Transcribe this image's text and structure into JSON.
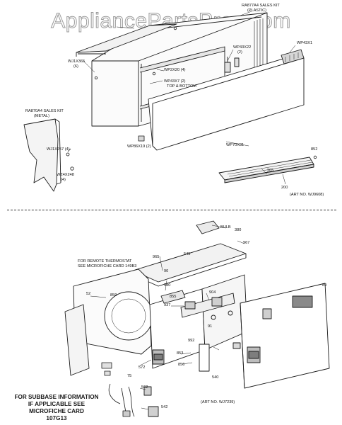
{
  "watermark": "AppliancePartsPros.com",
  "upper_labels": {
    "ra877a4": "RA877A4 SALES KIT",
    "plastic": "(PLASTIC)",
    "wp43x1": "WP43X1",
    "wp43x22": "WP43X22",
    "wp43x22_qty": "(2)",
    "wj1x365": "WJ1X365",
    "wj1x365_qty": "(6)",
    "wp2x20": "WP2X20 (4)",
    "wp43x7": "WP43X7 (2)",
    "top_bottom": "TOP & BOTTOM",
    "ra870a4": "RA870A4 SALES KIT",
    "metal": "(METAL)",
    "wj1x257": "WJ1X257 (4)",
    "wz4x248": "WZ4X248",
    "wz4x248_qty": "(4)",
    "wp86x19": "WP86X19 (2)",
    "wp70x31": "WP70X31",
    "n852": "852",
    "n205": "205",
    "n200": "200",
    "art_no": "(ART NO. WJ9608)"
  },
  "lower_labels": {
    "remote_1": "FOR REMOTE THERMOSTAT",
    "remote_2": "SEE MICROFICHE CARD 149B3",
    "bulb": "BULB",
    "n380": "380",
    "n967": "967",
    "n545": "545",
    "n965": "965",
    "n90": "90",
    "n52": "52",
    "n859": "859",
    "n904": "904",
    "n940": "940",
    "n937": "937",
    "n992": "992",
    "n855": "855",
    "n91": "91",
    "n853": "853",
    "n856": "856",
    "n540": "540",
    "n562": "562",
    "n572": "572",
    "n542": "542",
    "n75": "75",
    "n89": "89",
    "art_no": "(ART NO. WJ7239)"
  },
  "subbase_note": [
    "FOR SUBBASE INFORMATION",
    "IF APPLICABLE SEE",
    "MICROFICHE CARD",
    "107G13"
  ]
}
